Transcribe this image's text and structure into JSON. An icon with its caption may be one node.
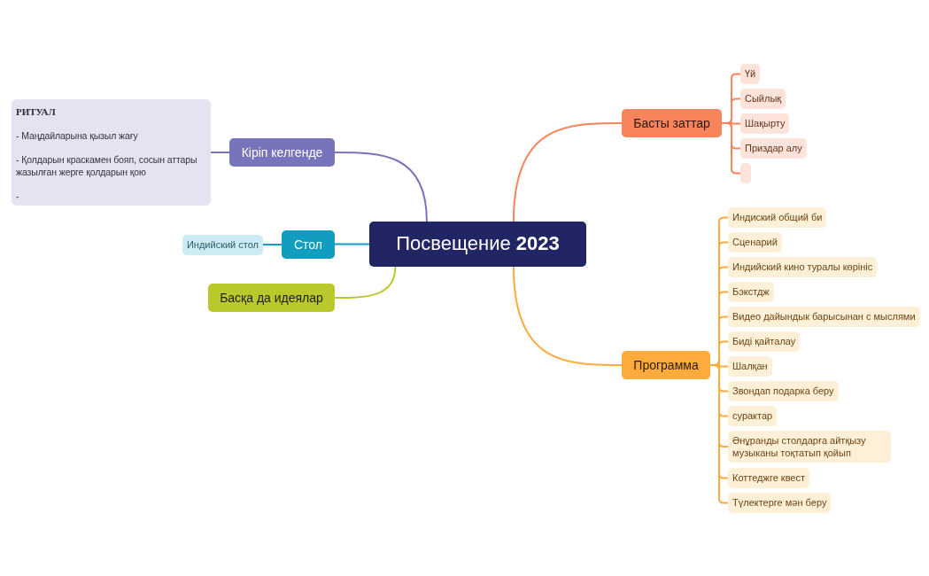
{
  "diagram": {
    "nodes": [
      {
        "text": [
          "Посвещение **2023**"
        ]
      },
      {
        "text": [
          "Кіріп келгенде"
        ]
      },
      {
        "text": [
          "РИТУАЛ",
          "- Маңдайларына қызыл жағу",
          "- Қолдарын краскамен бояп, сосын аттары жазылған жерге қолдарын қою",
          "-"
        ]
      },
      {
        "text": [
          "Стол"
        ]
      },
      {
        "text": [
          "Индийский стол"
        ]
      },
      {
        "text": [
          "Басқа да идеялар"
        ]
      },
      {
        "text": [
          "Басты заттар"
        ]
      },
      {
        "text": [
          "Үй"
        ]
      },
      {
        "text": [
          "Сыйлық"
        ]
      },
      {
        "text": [
          "Шақырту"
        ]
      },
      {
        "text": [
          "Приздар алу"
        ]
      },
      {
        "text": [],
        "shape": "box"
      },
      {
        "text": [
          "Программа"
        ]
      },
      {
        "text": [
          "Индиский общий би"
        ]
      },
      {
        "text": [
          "Сценарий"
        ]
      },
      {
        "text": [
          "Индийский кино туралы көрініс"
        ]
      },
      {
        "text": [
          "Бэкстдж"
        ]
      },
      {
        "text": [
          "Видео дайындык барысынан с мыслями"
        ]
      },
      {
        "text": [
          "Биді қайталау"
        ]
      },
      {
        "text": [
          "Шалқан"
        ]
      },
      {
        "text": [
          "Звондап подарка беру"
        ]
      },
      {
        "text": [
          "сурактар"
        ]
      },
      {
        "text": [
          "Әнұранды столдарға айтқызу музыканы тоқтатып қойып"
        ]
      },
      {
        "text": [
          "Коттеджге квест"
        ]
      },
      {
        "text": [
          "Түлектерге мән беру"
        ]
      }
    ],
    "edges": [
      {
        "from": 0,
        "to": 1,
        "arrow": "none",
        "color": "#7774bc"
      },
      {
        "from": 1,
        "to": 2,
        "arrow": "none",
        "color": "#7774bc"
      },
      {
        "from": 0,
        "to": 3,
        "arrow": "none",
        "color": "#119dc0"
      },
      {
        "from": 3,
        "to": 4,
        "arrow": "none",
        "color": "#119dc0"
      },
      {
        "from": 0,
        "to": 5,
        "arrow": "none",
        "color": "#b9c82b"
      },
      {
        "from": 0,
        "to": 6,
        "arrow": "none",
        "color": "#f7845a"
      },
      {
        "from": 6,
        "to": 7,
        "arrow": "none",
        "color": "#f7845a"
      },
      {
        "from": 6,
        "to": 8,
        "arrow": "none",
        "color": "#f7845a"
      },
      {
        "from": 6,
        "to": 9,
        "arrow": "none",
        "color": "#f7845a"
      },
      {
        "from": 6,
        "to": 10,
        "arrow": "none",
        "color": "#f7845a"
      },
      {
        "from": 6,
        "to": 11,
        "arrow": "none",
        "color": "#f7845a"
      },
      {
        "from": 0,
        "to": 12,
        "arrow": "none"
      },
      {
        "from": 12,
        "to": 13,
        "arrow": "none"
      },
      {
        "from": 12,
        "to": 14,
        "arrow": "none"
      },
      {
        "from": 12,
        "to": 15,
        "arrow": "none"
      },
      {
        "from": 12,
        "to": 16,
        "arrow": "none"
      },
      {
        "from": 12,
        "to": 17,
        "arrow": "none"
      },
      {
        "from": 12,
        "to": 18,
        "arrow": "none"
      },
      {
        "from": 12,
        "to": 19,
        "arrow": "none"
      },
      {
        "from": 12,
        "to": 20,
        "arrow": "none"
      },
      {
        "from": 12,
        "to": 21,
        "arrow": "none"
      },
      {
        "from": 12,
        "to": 22,
        "arrow": "none"
      },
      {
        "from": 12,
        "to": 23,
        "arrow": "none"
      },
      {
        "from": 12,
        "to": 24,
        "arrow": "none"
      }
    ]
  }
}
